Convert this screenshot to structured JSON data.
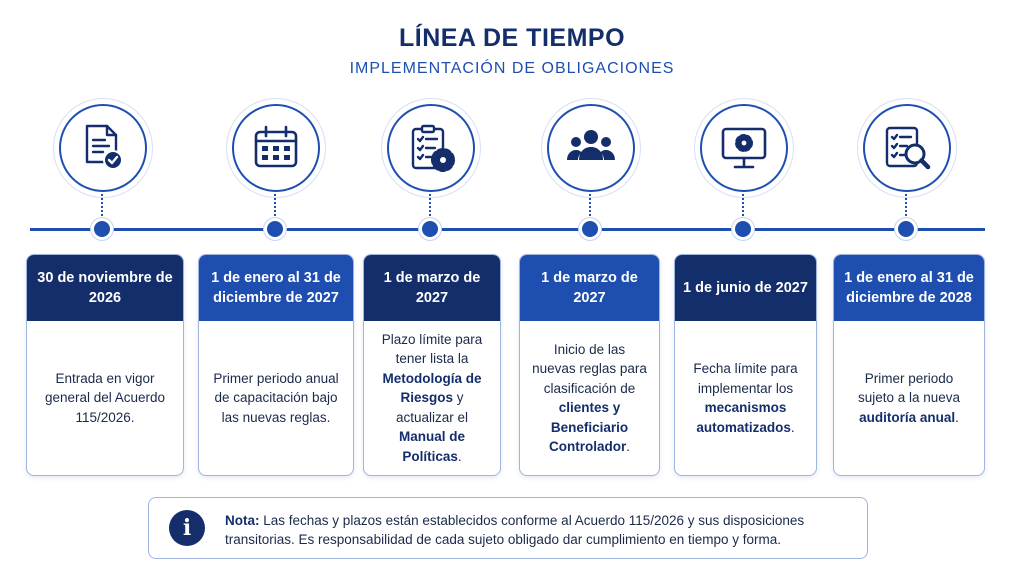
{
  "header": {
    "title": "LÍNEA DE TIEMPO",
    "subtitle": "IMPLEMENTACIÓN DE OBLIGACIONES"
  },
  "colors": {
    "navy": "#142e6b",
    "blue": "#1e4fb0",
    "border": "#9fb5e0"
  },
  "steps": [
    {
      "icon": "document-check-icon",
      "header_style": "dark",
      "date": "30 de noviembre de 2026",
      "text": [
        "Entrada en vigor general del Acuerdo 115/2026."
      ],
      "bold": []
    },
    {
      "icon": "calendar-icon",
      "header_style": "bright",
      "date": "1 de enero al 31 de diciembre de 2027",
      "text": [
        "Primer periodo anual de capacitación bajo las nuevas reglas."
      ],
      "bold": []
    },
    {
      "icon": "checklist-gear-icon",
      "header_style": "dark",
      "date": "1 de marzo de 2027",
      "text": [
        "Plazo límite para tener lista la ",
        " y actualizar el ",
        "."
      ],
      "bold": [
        "Metodología de Riesgos",
        "Manual de Políticas"
      ]
    },
    {
      "icon": "people-group-icon",
      "header_style": "bright",
      "date": "1 de marzo de 2027",
      "text": [
        "Inicio de las nuevas reglas para clasificación de ",
        "."
      ],
      "bold": [
        "clientes y Beneficiario Controlador"
      ]
    },
    {
      "icon": "monitor-gear-icon",
      "header_style": "dark",
      "date": "1 de junio de 2027",
      "text": [
        "Fecha límite para implementar los ",
        "."
      ],
      "bold": [
        "mecanismos automatizados"
      ]
    },
    {
      "icon": "checklist-magnifier-icon",
      "header_style": "bright",
      "date": "1 de enero al 31 de diciembre de 2028",
      "text": [
        "Primer periodo sujeto a la nueva ",
        "."
      ],
      "bold": [
        "auditoría anual"
      ]
    }
  ],
  "note": {
    "icon": "info-icon",
    "label": "Nota:",
    "text": "Las fechas y plazos están establecidos conforme al Acuerdo 115/2026 y sus disposiciones transitorias. Es responsabilidad de cada sujeto obligado dar cumplimiento en tiempo y forma."
  }
}
